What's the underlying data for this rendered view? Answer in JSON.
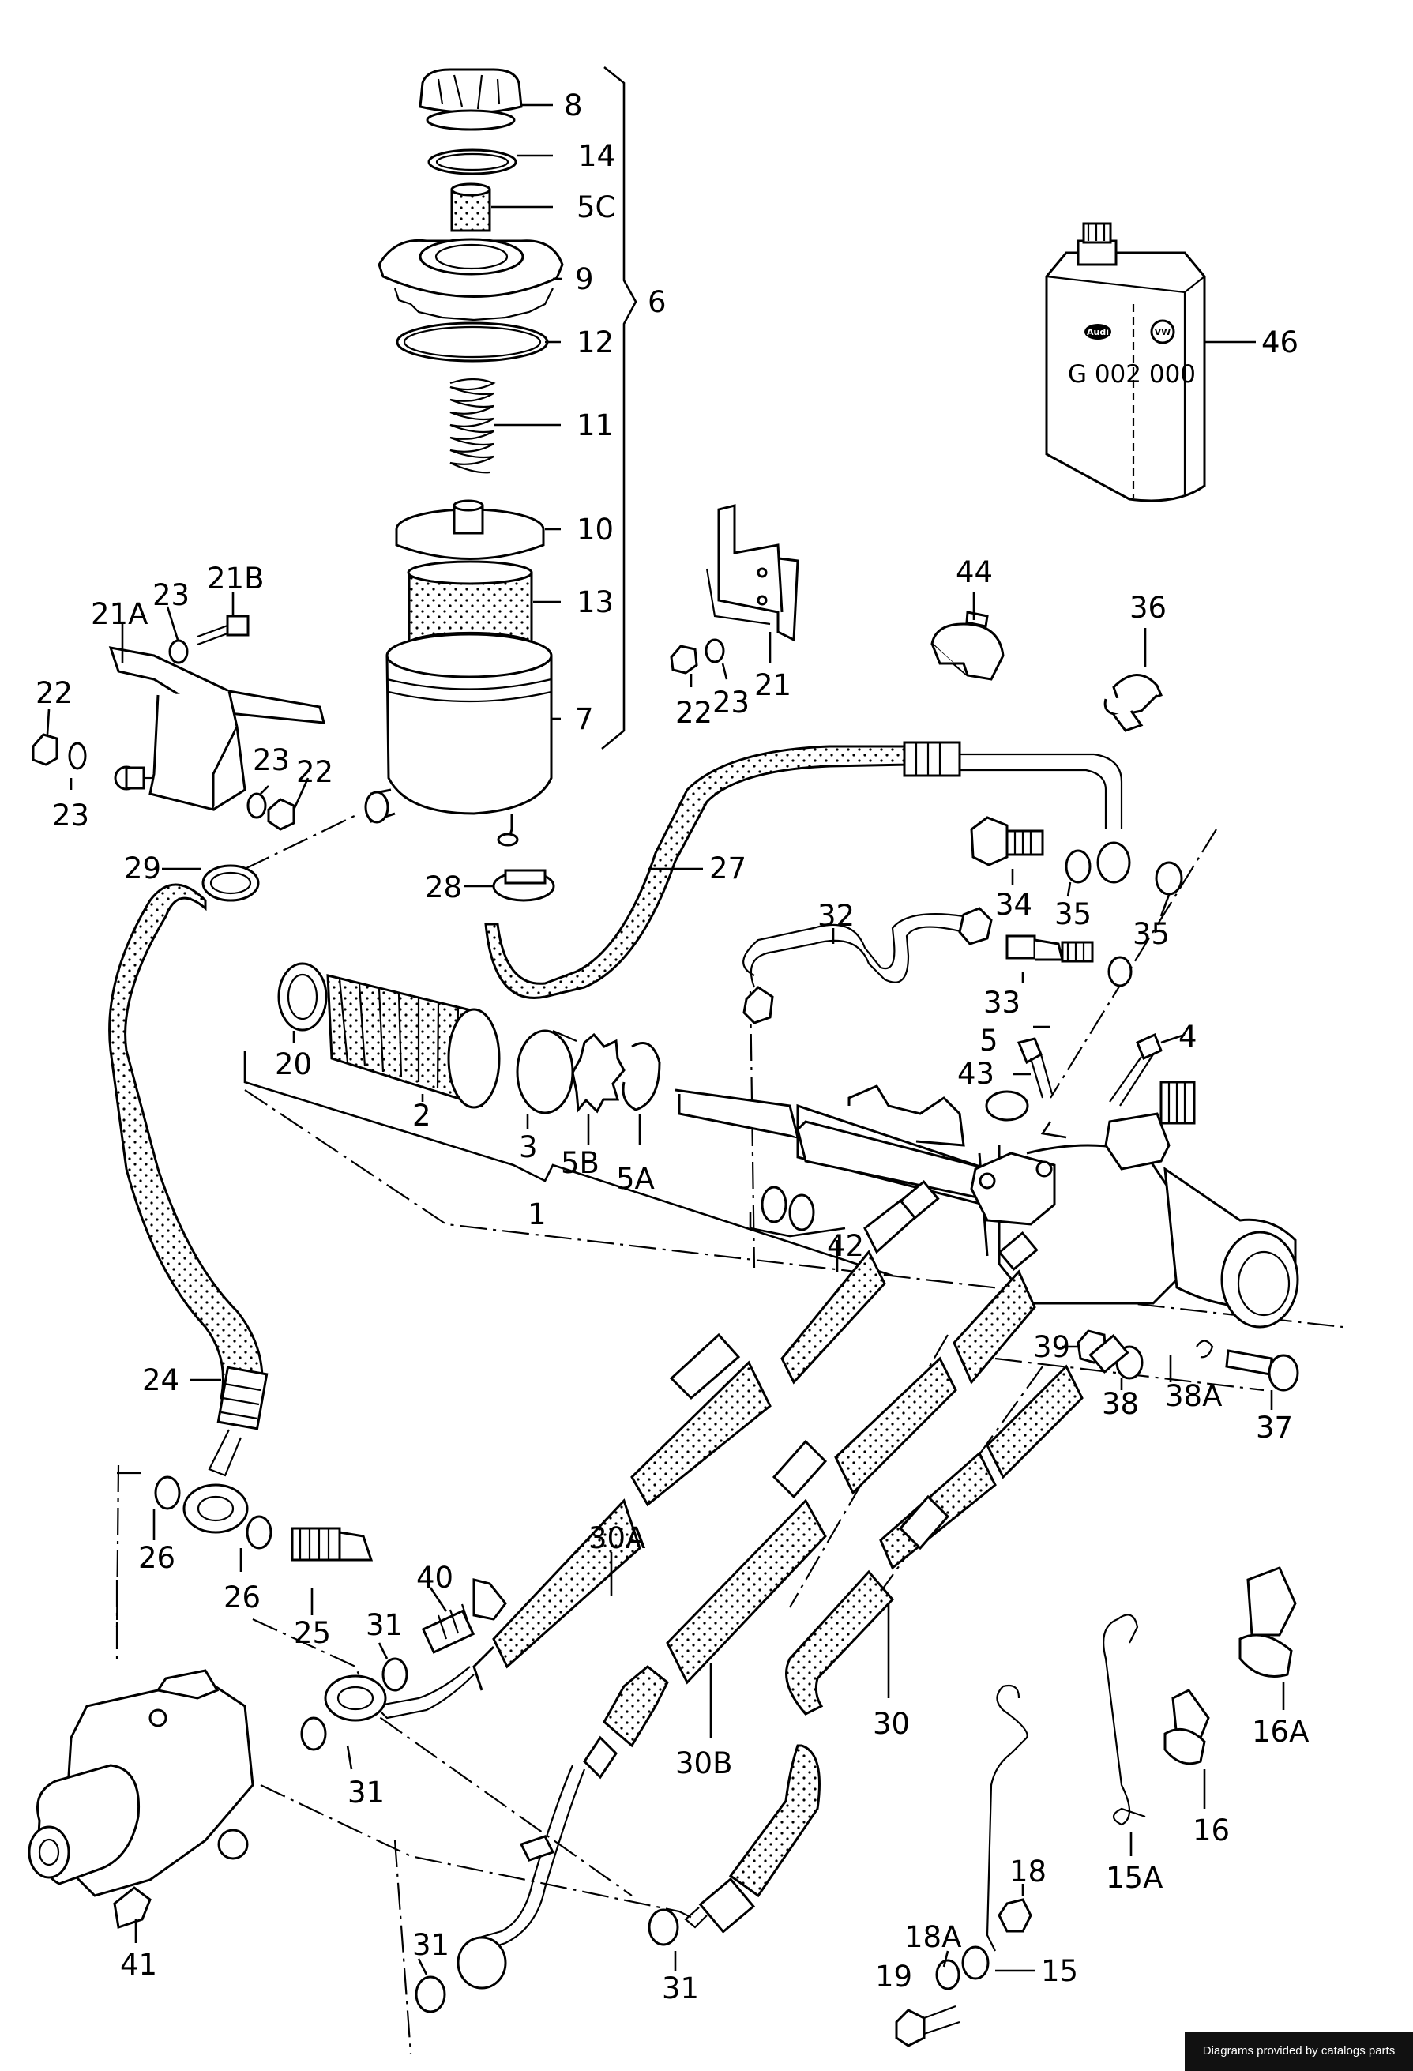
{
  "footer": {
    "credit": "Diagrams provided by catalogs parts"
  },
  "can": {
    "code": "G 002 000",
    "logo_left": "Audi",
    "logo_right": "VW"
  },
  "labels": {
    "p8": "8",
    "p14": "14",
    "p5c": "5C",
    "p9": "9",
    "p6": "6",
    "p12": "12",
    "p11": "11",
    "p10": "10",
    "p13": "13",
    "p7": "7",
    "p46": "46",
    "p44": "44",
    "p36": "36",
    "p21b": "21B",
    "p21a": "21A",
    "p23a": "23",
    "p22a": "22",
    "p23b": "23",
    "p23c": "23",
    "p22b": "22",
    "p22c": "22",
    "p23d": "23",
    "p21": "21",
    "p29": "29",
    "p28": "28",
    "p27": "27",
    "p34": "34",
    "p35a": "35",
    "p35b": "35",
    "p32": "32",
    "p33": "33",
    "p20": "20",
    "p2": "2",
    "p3": "3",
    "p5b": "5B",
    "p5a": "5A",
    "p1": "1",
    "p5": "5",
    "p4": "4",
    "p43": "43",
    "p42": "42",
    "p39": "39",
    "p38": "38",
    "p38a": "38A",
    "p37": "37",
    "p24": "24",
    "p26a": "26",
    "p26b": "26",
    "p25": "25",
    "p30a": "30A",
    "p40": "40",
    "p31a": "31",
    "p31b": "31",
    "p30b": "30B",
    "p30": "30",
    "p16a": "16A",
    "p16": "16",
    "p15a": "15A",
    "p18": "18",
    "p18a": "18A",
    "p19": "19",
    "p15": "15",
    "p31c": "31",
    "p31d": "31",
    "p41": "41"
  }
}
